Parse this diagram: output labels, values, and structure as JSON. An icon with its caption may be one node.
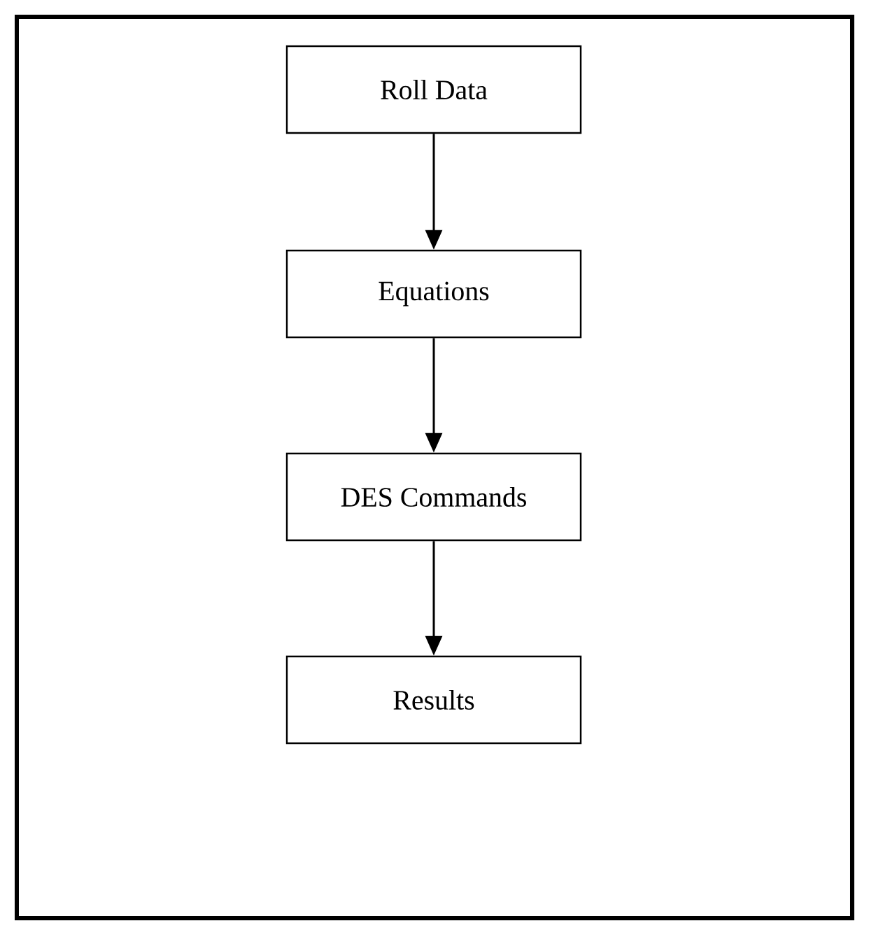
{
  "diagram": {
    "nodes": [
      {
        "text": [
          "Roll Data"
        ]
      },
      {
        "text": [
          "Equations"
        ]
      },
      {
        "text": [
          "DES Commands"
        ]
      },
      {
        "text": [
          "Results"
        ]
      }
    ],
    "edges": [
      {
        "from": 0,
        "to": 1,
        "arrow": "to"
      },
      {
        "from": 1,
        "to": 2,
        "arrow": "to"
      },
      {
        "from": 2,
        "to": 3,
        "arrow": "to"
      }
    ]
  }
}
